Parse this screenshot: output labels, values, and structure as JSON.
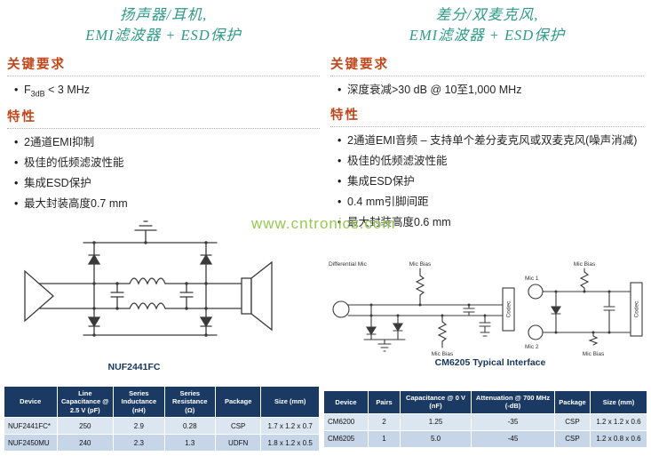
{
  "watermark": "www.cntronics.com",
  "left": {
    "title": [
      "扬声器/耳机,",
      "EMI滤波器 + ESD保护"
    ],
    "sections": {
      "key_requirements": {
        "heading": "关键要求",
        "item": {
          "prefix": "F",
          "sub": "3dB",
          "rest": " < 3 MHz"
        }
      },
      "features": {
        "heading": "特性",
        "items": [
          "2通道EMI抑制",
          "极佳的低频滤波性能",
          "集成ESD保护",
          "最大封装高度0.7 mm"
        ]
      }
    },
    "diagram": {
      "caption": "NUF2441FC"
    },
    "table": {
      "headers": [
        "Device",
        "Line Capacitance @ 2.5 V (pF)",
        "Series Inductance (nH)",
        "Series Resistance (Ω)",
        "Package",
        "Size (mm)"
      ],
      "rows": [
        [
          "NUF2441FC*",
          "250",
          "2.9",
          "0.28",
          "CSP",
          "1.7 x 1.2 x 0.7"
        ],
        [
          "NUF2450MU",
          "240",
          "2.3",
          "1.3",
          "UDFN",
          "1.8 x 1.2 x 0.5"
        ]
      ]
    }
  },
  "right": {
    "title": [
      "差分/双麦克风,",
      "EMI滤波器 + ESD保护"
    ],
    "sections": {
      "key_requirements": {
        "heading": "关键要求",
        "item": "深度衰减>30 dB @ 10至1,000 MHz"
      },
      "features": {
        "heading": "特性",
        "items": [
          "2通道EMI音频 – 支持单个差分麦克风或双麦克风(噪声消减)",
          "极佳的低频滤波性能",
          "集成ESD保护",
          "0.4 mm引脚间距",
          "最大封装高度0.6 mm"
        ]
      }
    },
    "diagram": {
      "caption": "CM6205 Typical Interface",
      "labels": {
        "differential_mic": "Differential Mic",
        "mic_bias": "Mic Bias",
        "codec": "Codec",
        "mic1": "Mic 1",
        "mic2": "Mic 2"
      }
    },
    "table": {
      "headers": [
        "Device",
        "Pairs",
        "Capacitance @ 0 V (nF)",
        "Attenuation @ 700 MHz (-dB)",
        "Package",
        "Size (mm)"
      ],
      "rows": [
        [
          "CM6200",
          "2",
          "1.25",
          "-35",
          "CSP",
          "1.2 x 1.2 x 0.6"
        ],
        [
          "CM6205",
          "1",
          "5.0",
          "-45",
          "CSP",
          "1.2 x 0.8 x 0.6"
        ]
      ]
    }
  },
  "colors": {
    "accent_teal": "#2f9a8a",
    "accent_orange": "#c0471b",
    "table_header_navy": "#17365d",
    "watermark_green": "#8dc63f"
  }
}
